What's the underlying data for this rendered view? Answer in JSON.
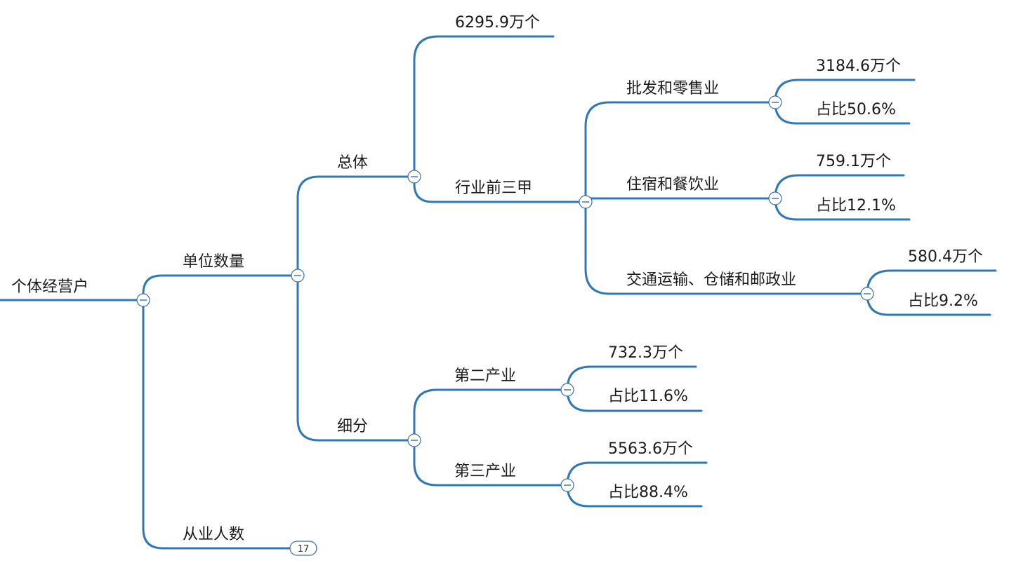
{
  "colors": {
    "branch": "#2f78b8",
    "text": "#1a1a1a",
    "toggle": "#3a6fa8"
  },
  "root": {
    "label": "个体经营户",
    "children": [
      {
        "label": "单位数量",
        "children": [
          {
            "label": "总体",
            "children": [
              {
                "label": "6295.9万个"
              },
              {
                "label": "行业前三甲",
                "children": [
                  {
                    "label": "批发和零售业",
                    "children": [
                      {
                        "label": "3184.6万个"
                      },
                      {
                        "label": "占比50.6%"
                      }
                    ]
                  },
                  {
                    "label": "住宿和餐饮业",
                    "children": [
                      {
                        "label": "759.1万个"
                      },
                      {
                        "label": "占比12.1%"
                      }
                    ]
                  },
                  {
                    "label": "交通运输、仓储和邮政业",
                    "children": [
                      {
                        "label": "580.4万个"
                      },
                      {
                        "label": "占比9.2%"
                      }
                    ]
                  }
                ]
              }
            ]
          },
          {
            "label": "细分",
            "children": [
              {
                "label": "第二产业",
                "children": [
                  {
                    "label": "732.3万个"
                  },
                  {
                    "label": "占比11.6%"
                  }
                ]
              },
              {
                "label": "第三产业",
                "children": [
                  {
                    "label": "5563.6万个"
                  },
                  {
                    "label": "占比88.4%"
                  }
                ]
              }
            ]
          }
        ]
      },
      {
        "label": "从业人数",
        "collapsed_count": "17"
      }
    ]
  }
}
